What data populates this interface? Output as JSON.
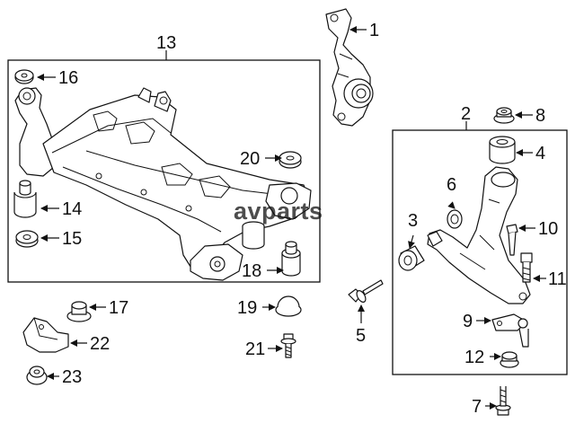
{
  "watermark": "avparts",
  "callouts": {
    "n1": "1",
    "n2": "2",
    "n3": "3",
    "n4": "4",
    "n5": "5",
    "n6": "6",
    "n7": "7",
    "n8": "8",
    "n9": "9",
    "n10": "10",
    "n11": "11",
    "n12": "12",
    "n13": "13",
    "n14": "14",
    "n15": "15",
    "n16": "16",
    "n17": "17",
    "n18": "18",
    "n19": "19",
    "n20": "20",
    "n21": "21",
    "n22": "22",
    "n23": "23"
  }
}
